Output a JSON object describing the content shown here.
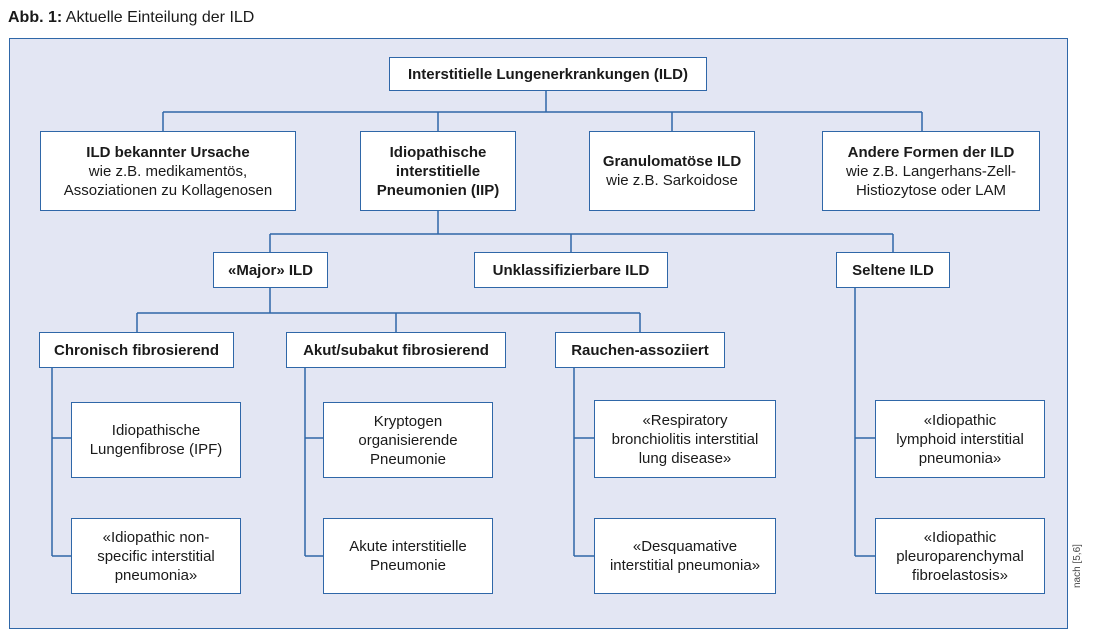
{
  "figure": {
    "label": "Abb. 1:",
    "title": "Aktuelle Einteilung der ILD",
    "source": "nach [5,6]"
  },
  "root": {
    "title": "Interstitielle Lungenerkrankungen (ILD)"
  },
  "level1": [
    {
      "title": "ILD bekannter Ursache",
      "desc": "wie z.B. medikamentös,\nAssoziationen zu Kollagenosen"
    },
    {
      "title": "Idiopathische\ninterstitielle\nPneumonien (IIP)",
      "desc": ""
    },
    {
      "title": "Granulomatöse ILD",
      "desc": "wie z.B. Sarkoidose"
    },
    {
      "title": "Andere Formen der ILD",
      "desc": "wie z.B. Langerhans-Zell-\nHistiozytose oder LAM"
    }
  ],
  "level2": {
    "major": "«Major» ILD",
    "unclassifiable": "Unklassifizierbare ILD",
    "rare": "Seltene ILD"
  },
  "level3": {
    "chronic": "Chronisch fibrosierend",
    "acute": "Akut/subakut fibrosierend",
    "smoking": "Rauchen-assoziiert"
  },
  "leaves": {
    "ipf": "Idiopathische\nLungenfibrose (IPF)",
    "nsip": "«Idiopathic non-\nspecific interstitial\npneumonia»",
    "cop": "Kryptogen\norganisierende\nPneumonie",
    "aip": "Akute interstitielle\nPneumonie",
    "rbild": "«Respiratory\nbronchiolitis interstitial\nlung disease»",
    "dip": "«Desquamative\ninterstitial pneumonia»",
    "lip": "«Idiopathic\nlymphoid interstitial\npneumonia»",
    "ppfe": "«Idiopathic\npleuroparenchymal\nfibroelastosis»"
  },
  "colors": {
    "line": "#2f67a8",
    "panel": "#e3e6f3",
    "box": "#ffffff"
  }
}
